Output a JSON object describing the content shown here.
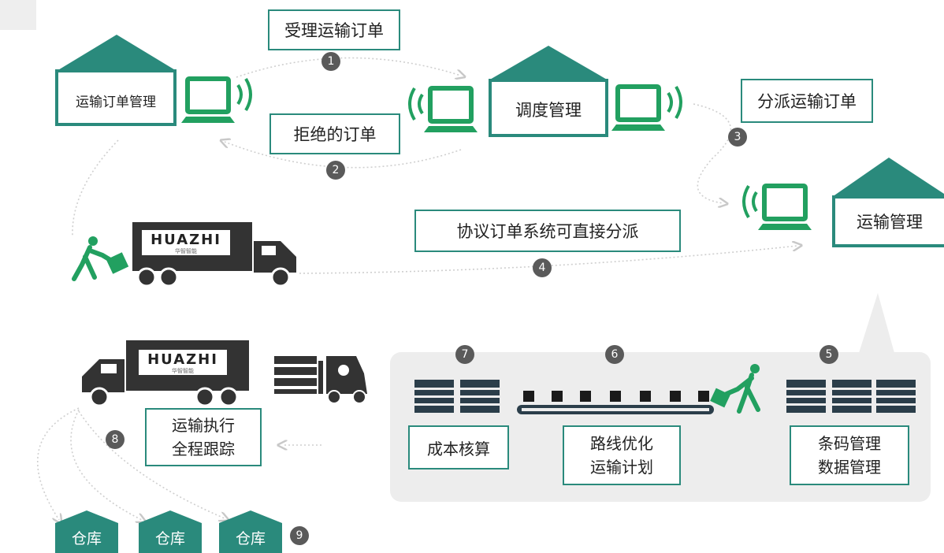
{
  "colors": {
    "teal": "#2a8a7c",
    "green": "#22a060",
    "dark": "#3a3a3a",
    "badge": "#5a5a5a",
    "panel": "#ededed"
  },
  "houses": {
    "order_mgmt": "运输订单管理",
    "dispatch_mgmt": "调度管理",
    "transport_mgmt": "运输管理"
  },
  "labels": {
    "accept_order": "受理运输订单",
    "reject_order": "拒绝的订单",
    "assign_order": "分派运输订单",
    "protocol_dispatch": "协议订单系统可直接分派",
    "exec_line1": "运输执行",
    "exec_line2": "全程跟踪",
    "cost": "成本核算",
    "route_line1": "路线优化",
    "route_line2": "运输计划",
    "barcode_line1": "条码管理",
    "barcode_line2": "数据管理"
  },
  "truck_brand": "HUAZHI",
  "truck_sub": "华智智能",
  "warehouses": [
    "仓库",
    "仓库",
    "仓库"
  ],
  "steps": [
    "1",
    "2",
    "3",
    "4",
    "5",
    "6",
    "7",
    "8",
    "9"
  ]
}
